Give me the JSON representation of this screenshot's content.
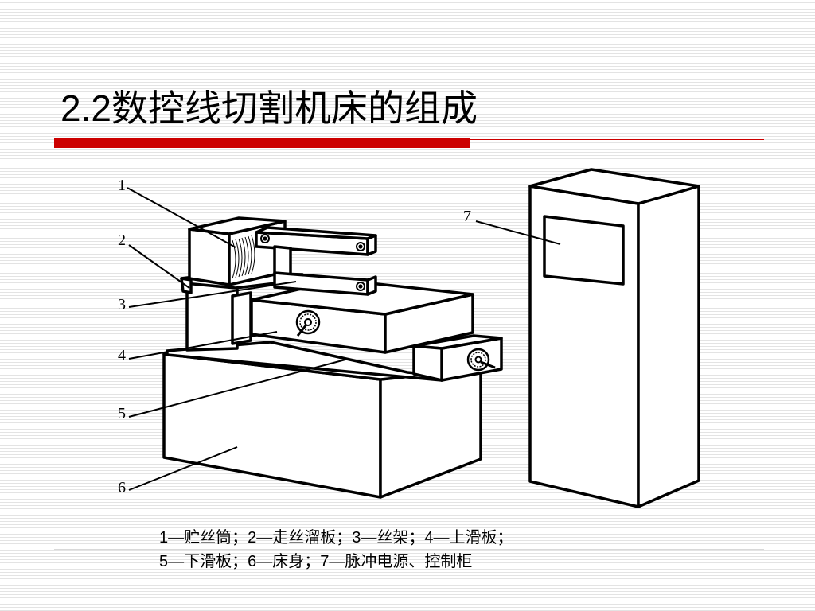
{
  "slide": {
    "title": "2.2数控线切割机床的组成",
    "accent_color": "#cc0000"
  },
  "diagram": {
    "callouts": [
      "1",
      "2",
      "3",
      "4",
      "5",
      "6",
      "7"
    ]
  },
  "legend": {
    "line1": "1—贮丝筒；2—走丝溜板；3—丝架；4—上滑板；",
    "line2": "5—下滑板；6—床身；7—脉冲电源、控制柜"
  }
}
